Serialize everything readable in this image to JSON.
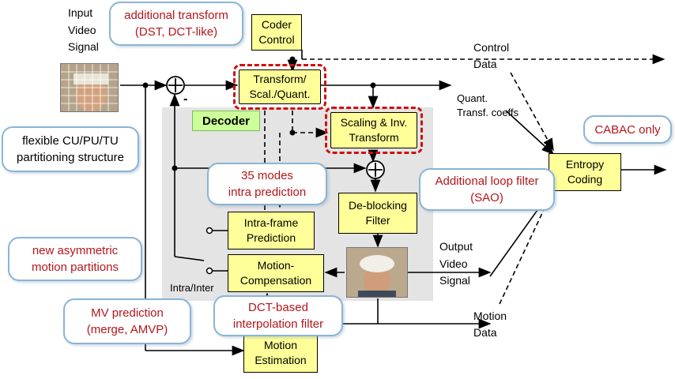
{
  "labels": {
    "input_video_signal": "Input\nVideo\nSignal",
    "control_data": "Control\nData",
    "quant_transf_coeffs": "Quant.\nTransf. coeffs",
    "output_video_signal": "Output\nVideo\nSignal",
    "motion_data": "Motion\nData",
    "intra_inter": "Intra/Inter",
    "minus_sign": "-"
  },
  "blocks": {
    "coder_control": "Coder\nControl",
    "transform_quant": "Transform/\nScal./Quant.",
    "scaling_inv_transform": "Scaling & Inv.\nTransform",
    "entropy_coding": "Entropy\nCoding",
    "deblocking_filter": "De-blocking\nFilter",
    "intra_frame_prediction": "Intra-frame\nPrediction",
    "motion_compensation": "Motion-\nCompensation",
    "motion_estimation": "Motion\nEstimation"
  },
  "decoder_label": "Decoder",
  "callouts": {
    "additional_transform": "additional transform\n(DST, DCT-like)",
    "flexible_partitioning": "flexible CU/PU/TU\npartitioning structure",
    "cabac_only": "CABAC only",
    "intra_modes": "35 modes\nintra prediction",
    "additional_loop_filter": "Additional loop filter\n(SAO)",
    "asymmetric_partitions": "new asymmetric\nmotion partitions",
    "mv_prediction": "MV prediction\n(merge, AMVP)",
    "dct_interpolation": "DCT-based\ninterpolation filter"
  },
  "colors": {
    "block_fill": "#ffff99",
    "callout_text": "#b3161b",
    "callout_border": "#8ab4d6",
    "decoder_region": "#e4e4e4",
    "decoder_label_fill": "#ccff99",
    "highlight_dash": "#cc1111"
  }
}
